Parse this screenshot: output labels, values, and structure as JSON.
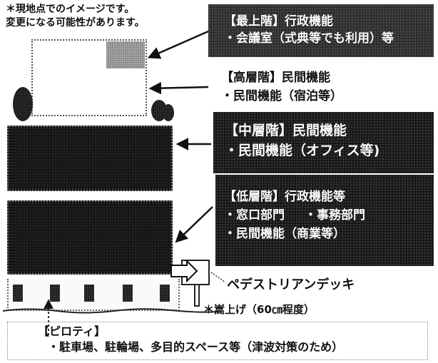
{
  "note": {
    "line1": "＊現地点でのイメージです。",
    "line2": "変更になる可能性があります。"
  },
  "floors": {
    "top": {
      "title": "【最上階】行政機能",
      "item": "・会議室（式典等でも利用）等"
    },
    "high": {
      "title": "【高層階】民間機能",
      "item": "・民間機能（宿泊等）"
    },
    "middle": {
      "title": "【中層階】民間機能",
      "item": "・民間機能（オフィス等)"
    },
    "low": {
      "title": "【低層階】行政機能等",
      "item_a": "・窓口部門",
      "item_b": "・事務部門",
      "item_c": "・民間機能（商業等）"
    }
  },
  "deck_label": "ペデストリアンデッキ",
  "raise_note": "＊嵩上げ（60㎝程度）",
  "pilotis": {
    "title": "【ピロティ】",
    "desc": "・駐車場、駐輪場、多目的スペース等（津波対策のため）"
  }
}
